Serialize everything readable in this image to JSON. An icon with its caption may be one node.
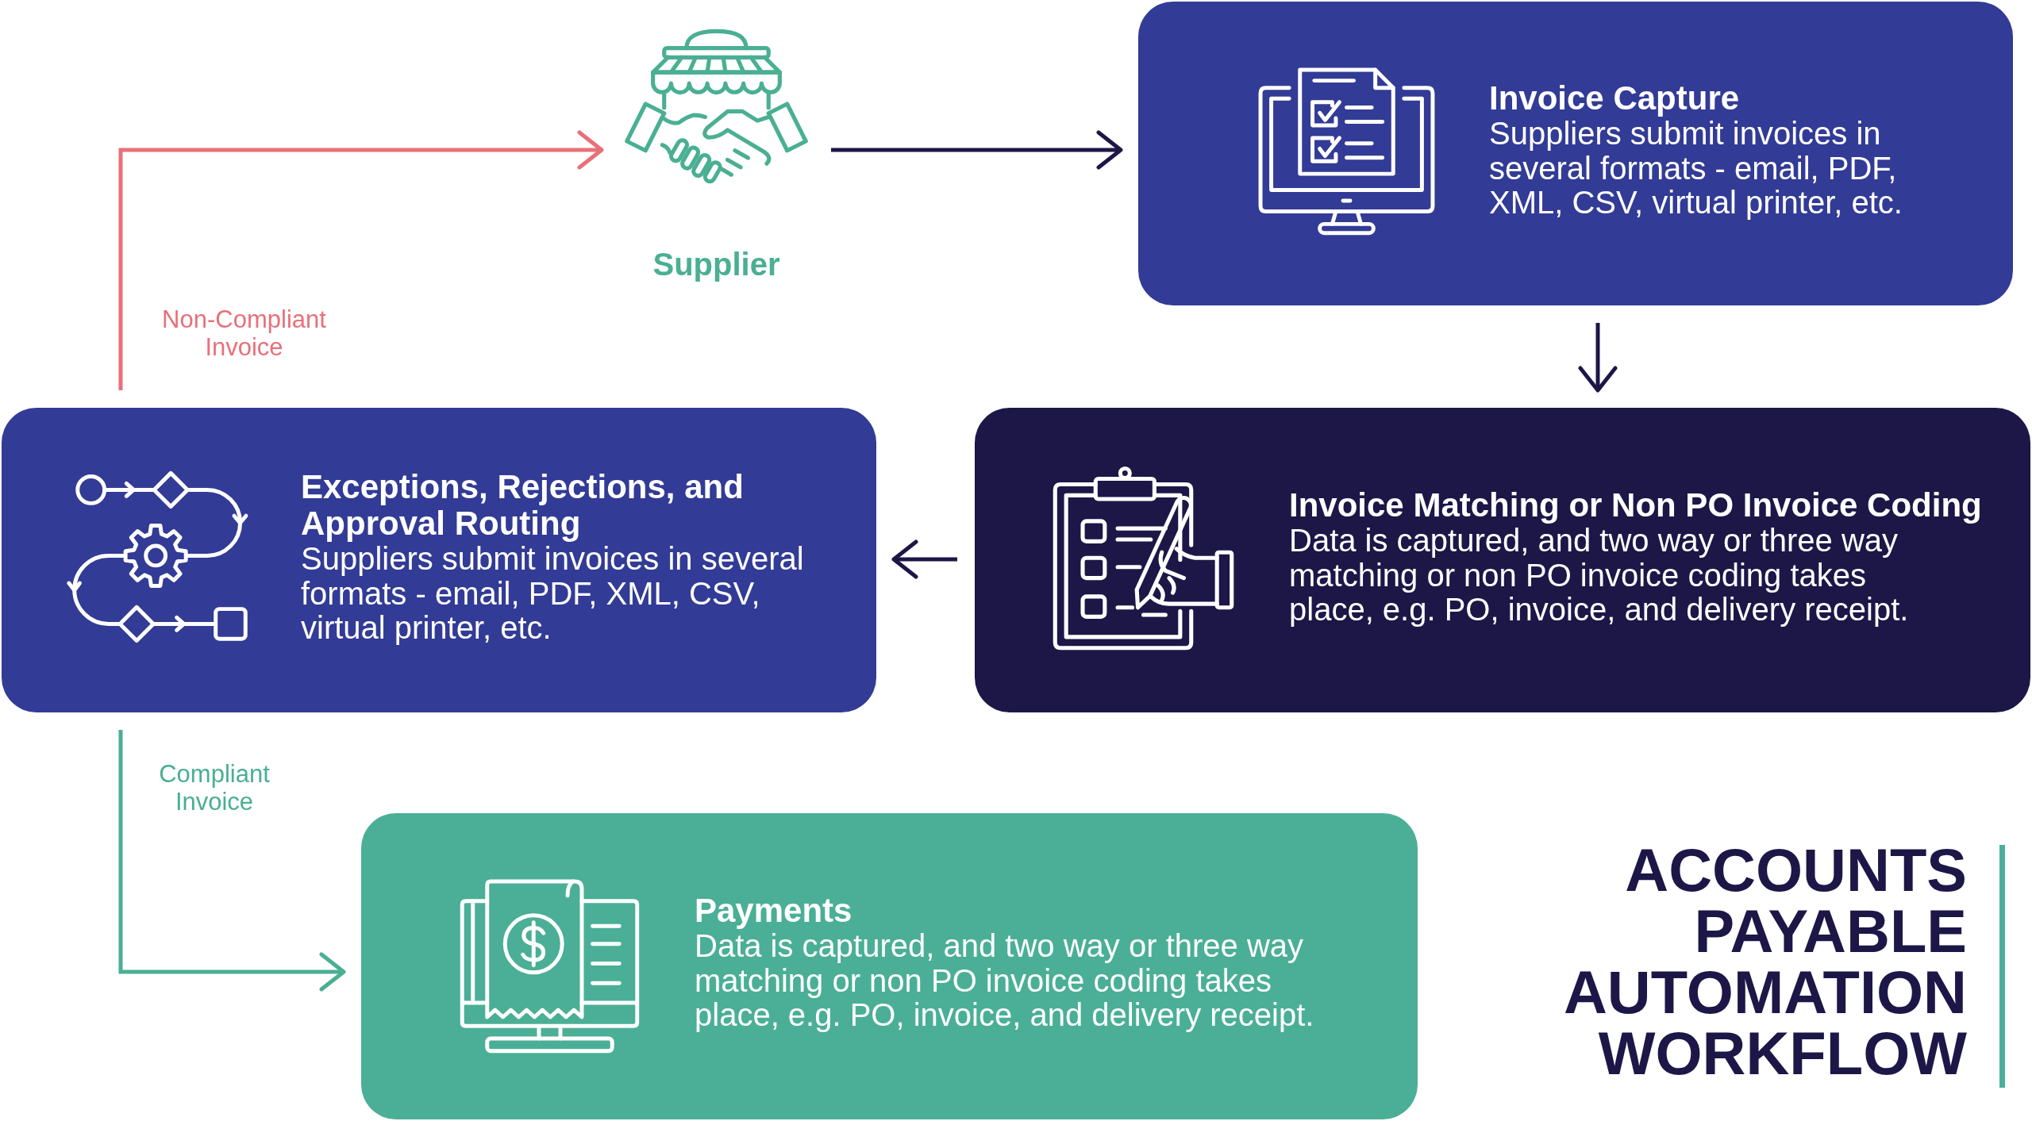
{
  "diagram": {
    "title": "ACCOUNTS PAYABLE AUTOMATION WORKFLOW",
    "nodes": [
      {
        "text": [
          "Supplier"
        ]
      },
      {
        "text": [
          "Invoice Capture",
          "Suppliers submit invoices in several formats - email, PDF, XML, CSV, virtual printer, etc."
        ]
      },
      {
        "text": [
          "Exceptions, Rejections, and Approval Routing",
          "Suppliers submit invoices in several formats - email, PDF, XML, CSV, virtual printer, etc."
        ]
      },
      {
        "text": [
          "Invoice Matching or Non PO Invoice Coding",
          "Data is captured, and two way or three way matching or non PO invoice coding takes place, e.g. PO, invoice, and delivery receipt."
        ]
      },
      {
        "text": [
          "Payments",
          "Data is captured, and two way or three way matching or non PO invoice coding takes place, e.g. PO, invoice, and delivery receipt."
        ]
      }
    ],
    "edges": [
      {
        "from": 0,
        "to": 1,
        "arrow": "to"
      },
      {
        "from": 1,
        "to": 3,
        "arrow": "to"
      },
      {
        "from": 3,
        "to": 2,
        "arrow": "to"
      },
      {
        "from": 2,
        "to": 0,
        "arrow": "to",
        "label": "Non-Compliant Invoice",
        "color": "#e8707a"
      },
      {
        "from": 2,
        "to": 4,
        "arrow": "to",
        "label": "Compliant Invoice",
        "color": "#4aaf93"
      }
    ]
  }
}
